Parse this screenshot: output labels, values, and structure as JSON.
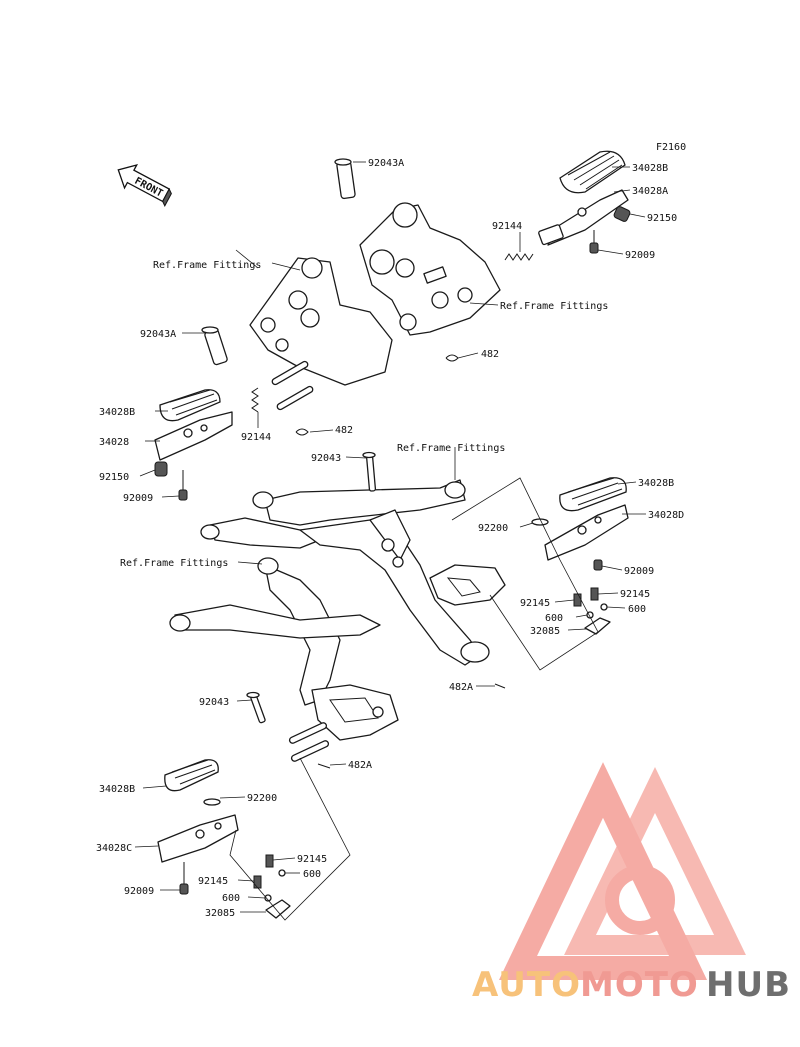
{
  "figure_code": "F2160",
  "front_label": "FRONT",
  "labels": {
    "ref_frame_1": "Ref.Frame Fittings",
    "ref_frame_2": "Ref.Frame Fittings",
    "ref_frame_3": "Ref.Frame Fittings",
    "ref_frame_4": "Ref.Frame Fittings",
    "p92043A_top": "92043A",
    "p34028B_tr": "34028B",
    "p34028A": "34028A",
    "p92150_r": "92150",
    "p92144_r": "92144",
    "p92009_tr": "92009",
    "p482_r": "482",
    "p92043A_left": "92043A",
    "p34028B_left": "34028B",
    "p34028": "34028",
    "p92144_l": "92144",
    "p482_l": "482",
    "p92150_l": "92150",
    "p92009_l": "92009",
    "p92043_mid": "92043",
    "p92200_r": "92200",
    "p34028B_mr": "34028B",
    "p34028D": "34028D",
    "p92009_mr": "92009",
    "p92145_ra": "92145",
    "p92145_rb": "92145",
    "p600_r": "600",
    "p600_r2": "600",
    "p32085_r": "32085",
    "p482A_mid": "482A",
    "p92043_low": "92043",
    "p482A_low": "482A",
    "p34028B_bl": "34028B",
    "p92200_l": "92200",
    "p34028C": "34028C",
    "p92145_la": "92145",
    "p92145_lb": "92145",
    "p600_l": "600",
    "p600_l2": "600",
    "p92009_bl": "92009",
    "p32085_l": "32085"
  },
  "watermark": {
    "part1": "AUTO",
    "part2": "MOTO",
    "part3": "HUB",
    "colors": {
      "logo": "#f4a39b",
      "auto": "#f7c27a",
      "moto": "#f09a93",
      "hub": "#6e6e6e"
    }
  }
}
